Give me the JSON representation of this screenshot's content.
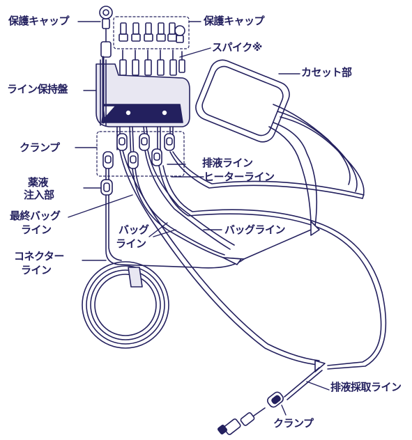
{
  "colors": {
    "ink": "#23205e",
    "fill_light": "#e8e7f2",
    "background": "#ffffff"
  },
  "labels": {
    "cap_left": "保護キャップ",
    "cap_right": "保護キャップ",
    "spike": "スパイク※",
    "line_holder": "ライン保持盤",
    "cassette": "カセット部",
    "clamp_top": "クランプ",
    "drain_line": "排液ライン",
    "heater_line": "ヒーターライン",
    "injection_port_1": "薬液",
    "injection_port_2": "注入部",
    "final_bag_line_1": "最終バッグ",
    "final_bag_line_2": "ライン",
    "bag_line_left_1": "バッグ",
    "bag_line_left_2": "ライン",
    "bag_line_right": "バッグライン",
    "connector_line_1": "コネクター",
    "connector_line_2": "ライン",
    "drain_sampling_line": "排液採取ライン",
    "clamp_bottom": "クランプ"
  }
}
